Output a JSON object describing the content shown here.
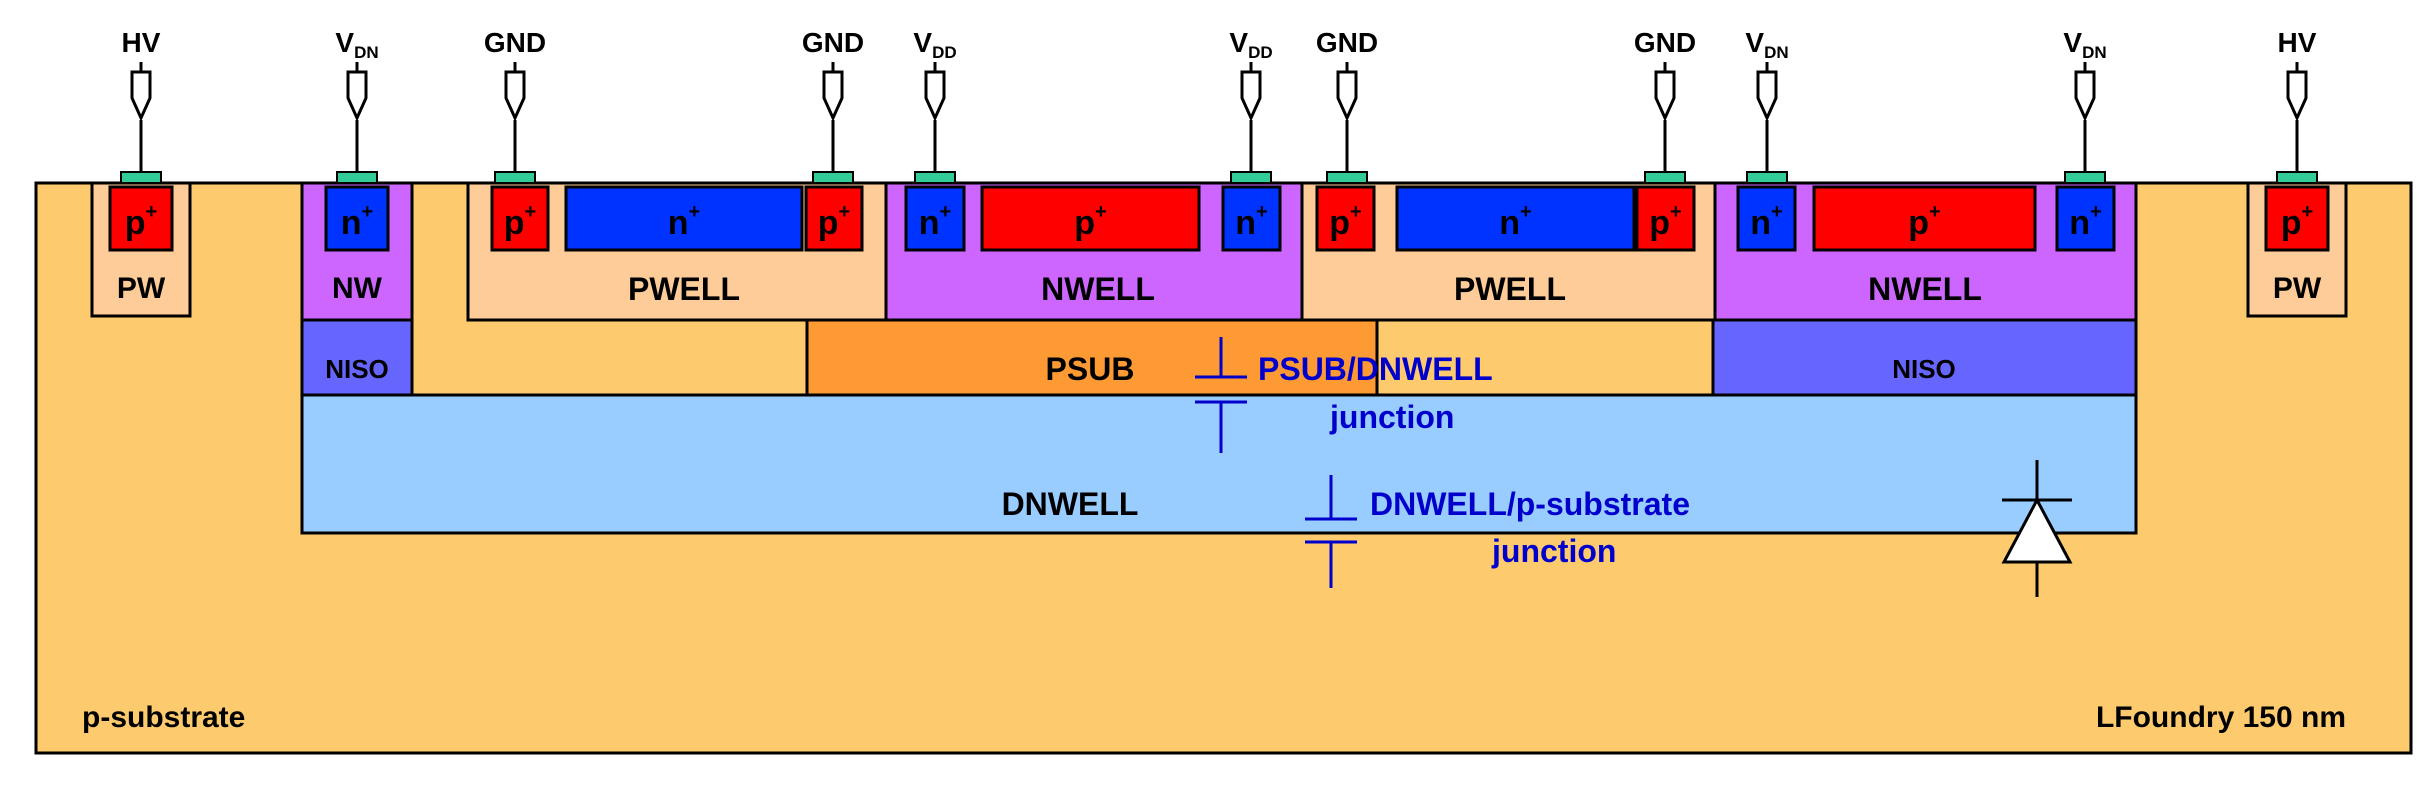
{
  "terminals": [
    {
      "id": "hv-left",
      "main": "HV",
      "sub": ""
    },
    {
      "id": "vdn-1",
      "main": "V",
      "sub": "DN"
    },
    {
      "id": "gnd-1",
      "main": "GND",
      "sub": ""
    },
    {
      "id": "gnd-2",
      "main": "GND",
      "sub": ""
    },
    {
      "id": "vdd-1",
      "main": "V",
      "sub": "DD"
    },
    {
      "id": "vdd-2",
      "main": "V",
      "sub": "DD"
    },
    {
      "id": "gnd-3",
      "main": "GND",
      "sub": ""
    },
    {
      "id": "gnd-4",
      "main": "GND",
      "sub": ""
    },
    {
      "id": "vdn-2",
      "main": "V",
      "sub": "DN"
    },
    {
      "id": "vdn-3",
      "main": "V",
      "sub": "DN"
    },
    {
      "id": "hv-right",
      "main": "HV",
      "sub": ""
    }
  ],
  "implants": {
    "p_main": "p",
    "n_main": "n",
    "sup": "+"
  },
  "wells": {
    "pw": "PW",
    "nw": "NW",
    "pwell": "PWELL",
    "nwell": "NWELL",
    "niso": "NISO",
    "psub": "PSUB",
    "dnwell": "DNWELL",
    "substrate": "p-substrate"
  },
  "annotations": {
    "junction1_line1": "PSUB/DNWELL",
    "junction1_line2": "junction",
    "junction2_line1": "DNWELL/p-substrate",
    "junction2_line2": "junction",
    "foundry": "LFoundry 150 nm"
  },
  "colors": {
    "substrate": "#fdca6e",
    "pwell": "#fdcc99",
    "nwell": "#cc66ff",
    "niso": "#6666ff",
    "psub": "#fd9a33",
    "dnwell": "#99ccff",
    "p_plus": "#ff0000",
    "n_plus": "#0033ff",
    "contact": "#33cc99",
    "annotation": "#0000cc",
    "outline": "#000000"
  }
}
